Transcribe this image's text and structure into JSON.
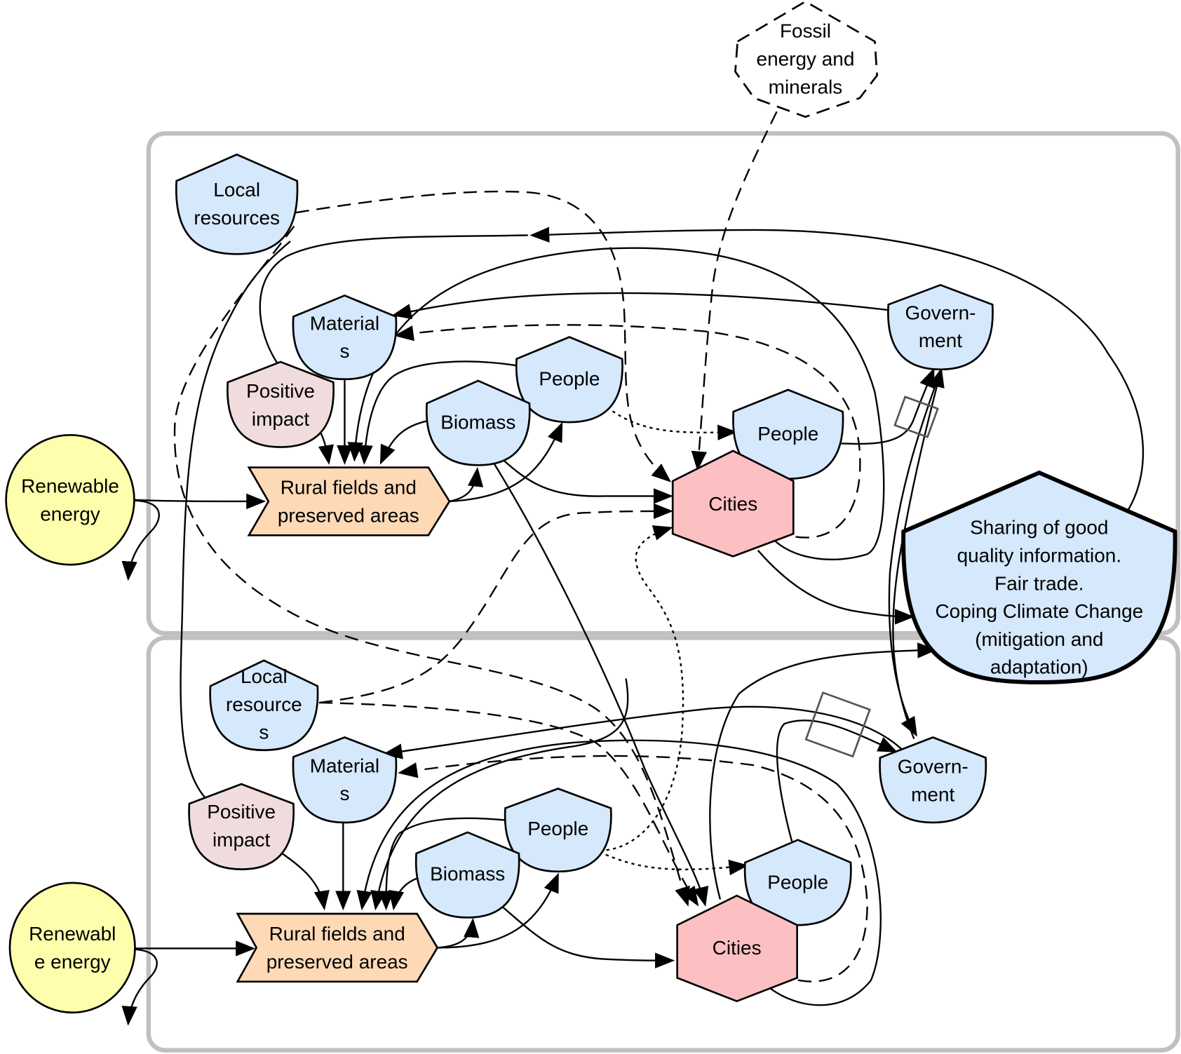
{
  "colors": {
    "resource_fill": "#d5e8fc",
    "impact_fill": "#f0dcdc",
    "cities_fill": "#fdc0c2",
    "rural_fill": "#fdd9b6",
    "renewable_fill": "#fffeac",
    "container_stroke": "#c0c0c0",
    "edge": "#000000"
  },
  "external": {
    "fossil": [
      "Fossil",
      "energy and",
      "minerals"
    ]
  },
  "shared": {
    "sharing": [
      "Sharing of good",
      "quality information.",
      "Fair trade.",
      "Coping Climate Change",
      "(mitigation and",
      "adaptation)"
    ]
  },
  "top": {
    "renewable": [
      "Renewable",
      "energy"
    ],
    "local_resources": [
      "Local",
      "resources"
    ],
    "materials": [
      "Material",
      "s"
    ],
    "positive_impact": [
      "Positive",
      "impact"
    ],
    "people_rural": [
      "People"
    ],
    "biomass": [
      "Biomass"
    ],
    "people_city": [
      "People"
    ],
    "cities": [
      "Cities"
    ],
    "government": [
      "Govern-",
      "ment"
    ],
    "rural": [
      "Rural fields and",
      "preserved areas"
    ]
  },
  "bottom": {
    "renewable": [
      "Renewabl",
      "e energy"
    ],
    "local_resources": [
      "Local",
      "resource",
      "s"
    ],
    "materials": [
      "Material",
      "s"
    ],
    "positive_impact": [
      "Positive",
      "impact"
    ],
    "people_rural": [
      "People"
    ],
    "biomass": [
      "Biomass"
    ],
    "people_city": [
      "People"
    ],
    "cities": [
      "Cities"
    ],
    "government": [
      "Govern-",
      "ment"
    ],
    "rural": [
      "Rural fields and",
      "preserved areas"
    ]
  }
}
